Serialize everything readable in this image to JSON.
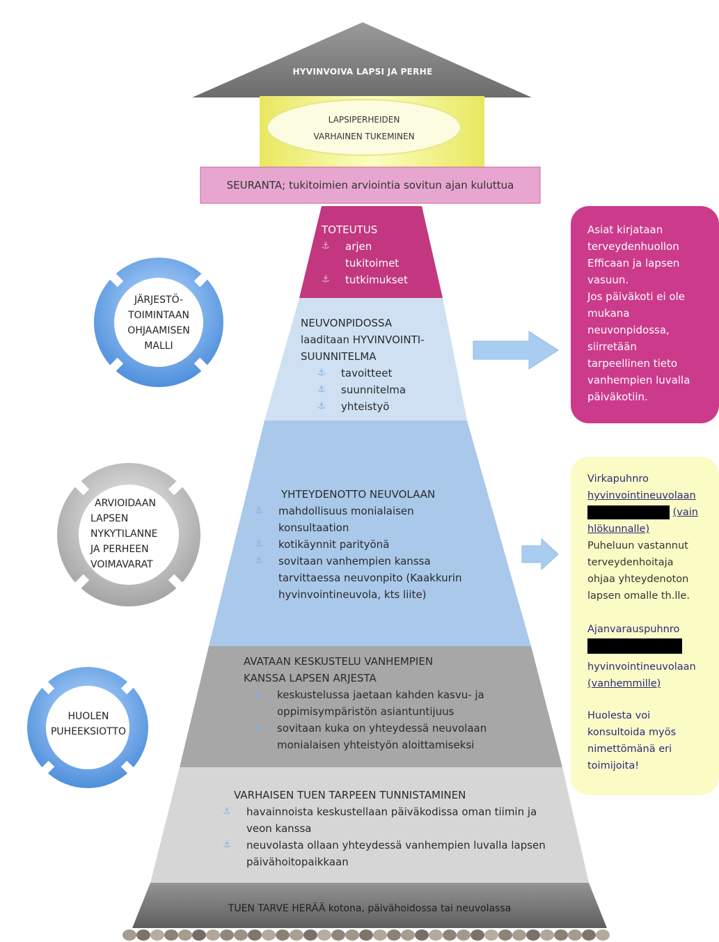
{
  "roof": {
    "title": "HYVINVOIVA LAPSI JA PERHE"
  },
  "goal": {
    "line1": "LAPSIPERHEIDEN",
    "line2": "VARHAINEN TUKEMINEN"
  },
  "followup": {
    "text": "SEURANTA; tukitoimien arviointia sovitun ajan kuluttua"
  },
  "levels": {
    "implementation": {
      "title": "TOTEUTUS",
      "items": [
        "arjen tukitoimet",
        "tutkimukset"
      ]
    },
    "meeting": {
      "line1": "NEUVONPIDOSSA",
      "line2": "laaditaan HYVINVOINTI-",
      "line3": "SUUNNITELMA",
      "items": [
        "tavoitteet",
        "suunnitelma",
        "yhteistyö"
      ]
    },
    "contact": {
      "title": "YHTEYDENOTTO NEUVOLAAN",
      "items": [
        "mahdollisuus monialaisen konsultaation",
        "kotikäynnit parityönä",
        "sovitaan vanhempien kanssa tarvittaessa neuvonpito (Kaakkurin hyvinvointineuvola, kts liite)"
      ]
    },
    "discussion": {
      "line1": "AVATAAN KESKUSTELU VANHEMPIEN",
      "line2": "KANSSA LAPSEN ARJESTA",
      "items": [
        "keskustelussa jaetaan kahden kasvu- ja oppimisympäristön asiantuntijuus",
        "sovitaan kuka on yhteydessä neuvolaan monialaisen yhteistyön aloittamiseksi"
      ]
    },
    "identification": {
      "title": "VARHAISEN TUEN TARPEEN TUNNISTAMINEN",
      "items": [
        "havainnoista keskustellaan päiväkodissa oman tiimin ja veon kanssa",
        "neuvolasta ollaan yhteydessä vanhempien luvalla lapsen päivähoitopaikkaan"
      ]
    },
    "base": {
      "text": "TUEN TARVE HERÄÄ kotona, päivähoidossa tai neuvolassa"
    }
  },
  "rings": {
    "ring1": {
      "lines": [
        "JÄRJESTÖ-",
        "TOIMINTAAN",
        "OHJAAMISEN",
        "MALLI"
      ]
    },
    "ring2": {
      "lines": [
        "ARVIOIDAAN",
        "LAPSEN",
        "NYKYTILANNE",
        "JA PERHEEN",
        "VOIMAVARAT"
      ]
    },
    "ring3": {
      "lines": [
        "HUOLEN",
        "PUHEEKSIOTTO"
      ]
    }
  },
  "pink_note": {
    "lines": [
      "Asiat kirjataan",
      "terveydenhuollon",
      "Efficaan ja lapsen",
      "vasuun.",
      "Jos päiväkoti ei ole",
      "mukana",
      "neuvonpidossa,",
      "siirretään",
      "tarpeellinen tieto",
      "vanhempien luvalla",
      "päiväkotiin."
    ]
  },
  "yellow_note": {
    "l1": "Virkapuhnro",
    "l2": "hyvinvointineuvolaan",
    "l3": "(vain",
    "l4": "hlökunnalle)",
    "l5": "Puheluun vastannut",
    "l6": "terveydenhoitaja",
    "l7": "ohjaa yhteydenoton",
    "l8": "lapsen omalle th.lle.",
    "l9": "Ajanvarauspuhnro",
    "l10": "hyvinvointineuvolaan",
    "l11": "(vanhemmille)",
    "l12": "Huolesta voi",
    "l13": "konsultoida myös",
    "l14": "nimettömänä eri",
    "l15": "toimijoita!"
  },
  "colors": {
    "roof": "#7d7d7d",
    "goal_box": "#f3f28c",
    "followup": "#e9a6d0",
    "implementation": "#c2377f",
    "meeting": "#cfe0f3",
    "contact": "#a9c8ea",
    "discussion": "#a7a7a7",
    "identification": "#d6d6d6",
    "base": "#7b7b7b",
    "pink_note": "#cc3a8c",
    "yellow_note": "#fbfbc6",
    "ring_blue": "#6aa7ec",
    "ring_grey": "#c9c9c9",
    "arrow": "#a9cdf0"
  },
  "icons": [
    "anchor-bullet-icon",
    "right-arrow-icon",
    "lifebuoy-icon",
    "stone-row"
  ]
}
